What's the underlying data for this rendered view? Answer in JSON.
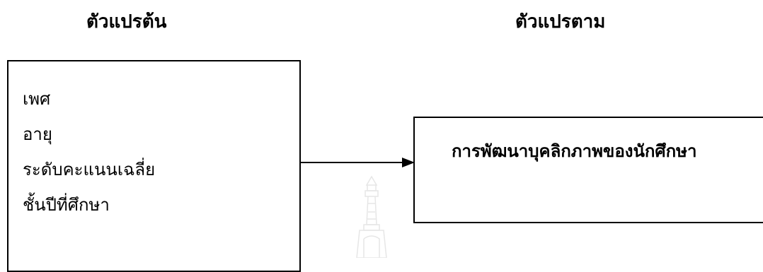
{
  "diagram": {
    "independent_heading": "ตัวแปรต้น",
    "dependent_heading": "ตัวแปรตาม",
    "independent_variables": [
      "เพศ",
      "อายุ",
      "ระดับคะแนนเฉลี่ย",
      "ชั้นปีที่ศึกษา"
    ],
    "dependent_variable": "การพัฒนาบุคลิกภาพของนักศึกษา"
  }
}
